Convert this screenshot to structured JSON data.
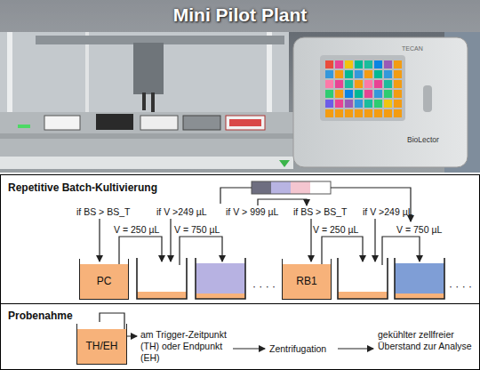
{
  "diagram": {
    "title": "Mini Pilot Plant",
    "nodes": [
      {
        "text": [
          "Repetitive Batch-Kultivierung"
        ]
      },
      {
        "text": [
          "PC"
        ],
        "in": 0
      },
      {
        "text": [
          "RB1"
        ],
        "in": 0
      },
      {
        "text": [
          "Probenahme"
        ]
      },
      {
        "text": [
          "TH/EH"
        ],
        "in": 3
      }
    ],
    "labels": [
      "TECAN",
      "BioLector",
      "if BS > BS_T",
      "V = 250 µL",
      "if V >249 µL",
      "V = 750 µL",
      "· · · ·",
      "if V > 999 µL",
      "if BS > BS_T",
      "V = 250 µL",
      "if V >249 µL",
      "V = 750 µL",
      "· · · ·",
      "am Trigger-Zeitpunkt (TH) oder Endpunkt (EH)",
      "Zentrifugation",
      "gekühlter zellfreier Überstand zur Analyse"
    ]
  }
}
